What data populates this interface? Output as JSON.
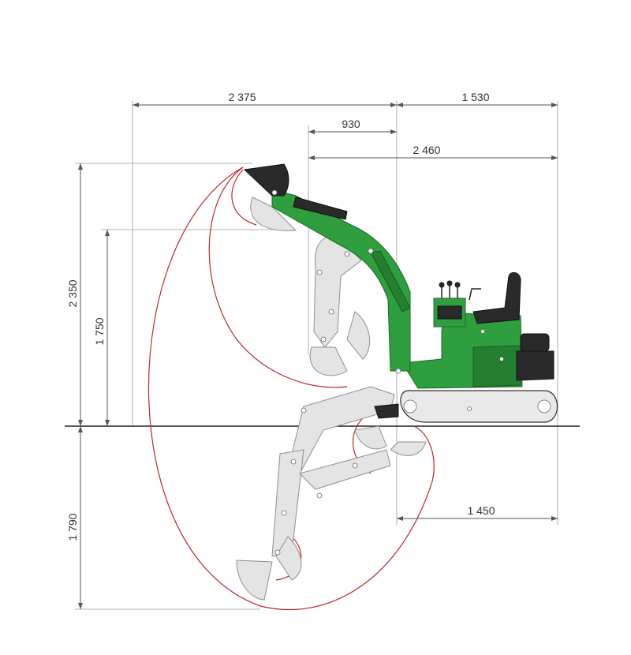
{
  "dimensions": {
    "reach_left": "2 375",
    "rear_length": "1 530",
    "boom_offset": "930",
    "total_upper": "2 460",
    "max_height": "2 350",
    "dump_height": "1 750",
    "dig_depth": "1 790",
    "ground_reach": "1 450"
  },
  "colors": {
    "machine": "#2f9e3e",
    "envelope": "#c0262d",
    "ghost": "#e4e4e4"
  }
}
